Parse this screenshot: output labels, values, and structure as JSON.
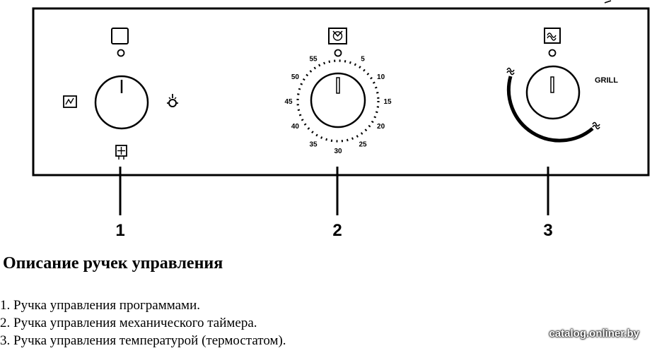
{
  "panel": {
    "knobs": [
      {
        "number": "1"
      },
      {
        "number": "2"
      },
      {
        "number": "3"
      }
    ],
    "timer_dial_labels": [
      "5",
      "10",
      "15",
      "20",
      "25",
      "30",
      "35",
      "40",
      "45",
      "50",
      "55"
    ],
    "thermostat_label": "GRILL",
    "icons": {
      "knob1_top": "square-icon",
      "knob1_left": "oven-element-icon",
      "knob1_right": "lamp-icon",
      "knob1_bottom": "fan-icon",
      "knob2_top": "clock-icon",
      "knob3_top": "grill-icon",
      "knob3_scale_start": "grill-symbol-icon",
      "knob3_scale_end": "grill-symbol-icon"
    }
  },
  "description": {
    "title": "Описание ручек управления",
    "items": [
      "1. Ручка управления программами.",
      "2. Ручка управления механического таймера.",
      "3. Ручка управления температурой (термостатом)."
    ]
  },
  "watermark": "catalog.onliner.by"
}
